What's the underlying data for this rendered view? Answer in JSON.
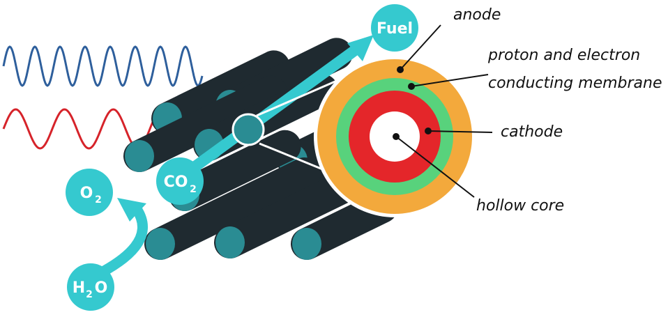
{
  "labels": {
    "anode": "anode",
    "membrane_line1": "proton and electron",
    "membrane_line2": "conducting membrane",
    "cathode": "cathode",
    "hollow_core": "hollow core"
  },
  "chips": {
    "fuel": "Fuel",
    "co2_main": "CO",
    "co2_sub": "2",
    "o2_main": "O",
    "o2_sub": "2",
    "h2o_h": "H",
    "h2o_sub": "2",
    "h2o_o": "O"
  },
  "colors": {
    "teal": "#35c9cf",
    "tube_dark": "#1f2a30",
    "tube_end": "#2a8c93",
    "anode": "#f3a93c",
    "membrane": "#58d27c",
    "cathode": "#e4262a",
    "core": "#ffffff",
    "wave_blue": "#2e5f9c",
    "wave_red": "#d6232a"
  }
}
